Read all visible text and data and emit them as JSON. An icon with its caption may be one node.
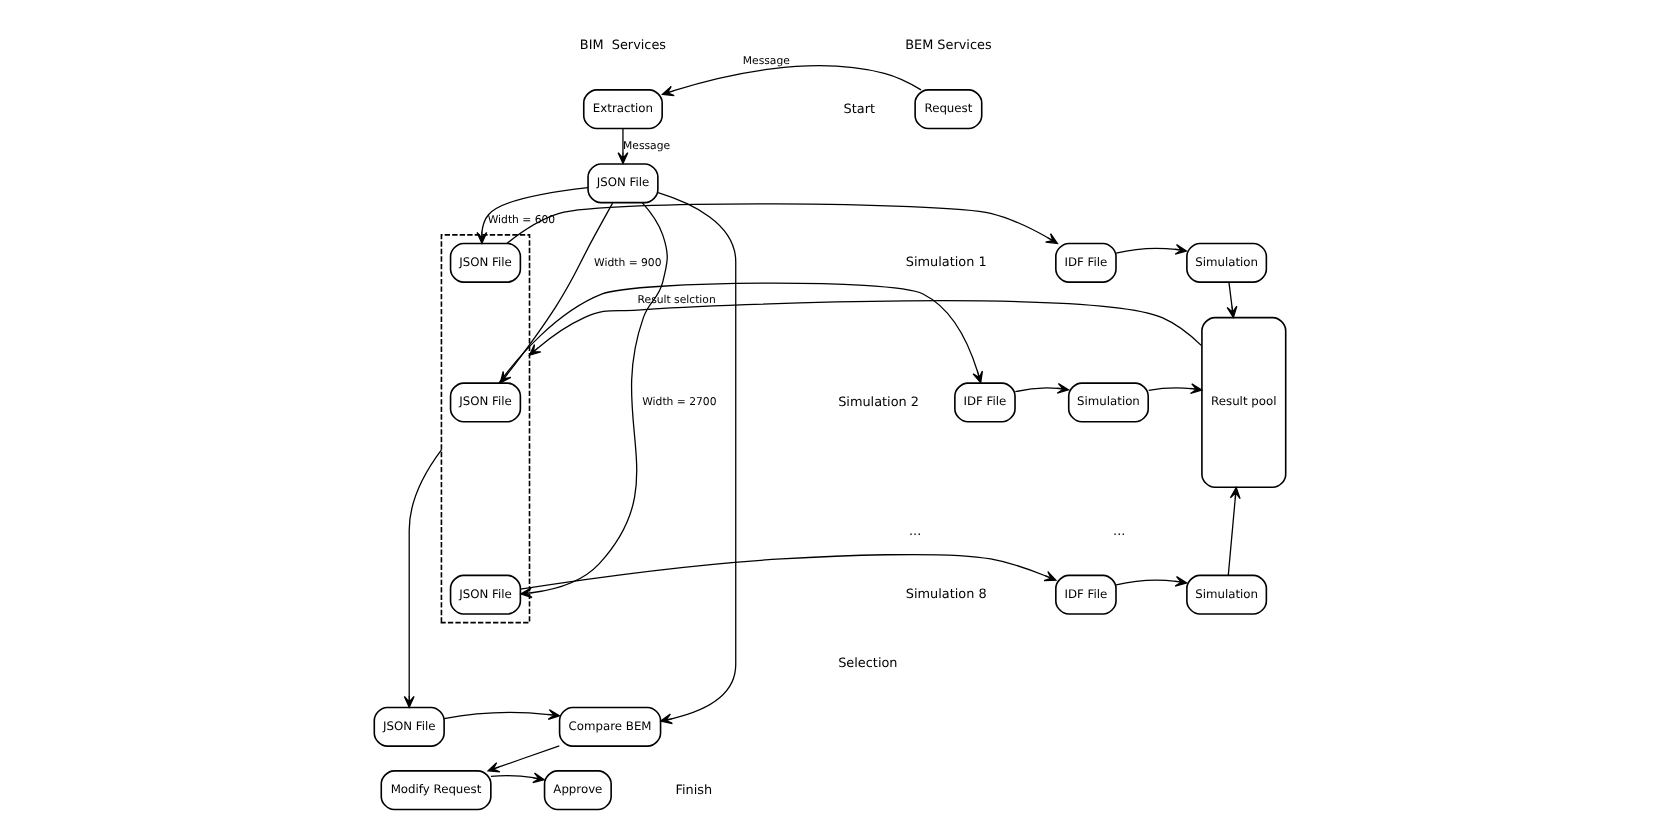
{
  "diagram": {
    "nodes": [
      {
        "text": [
          "Request"
        ]
      },
      {
        "text": [
          "Extraction"
        ]
      },
      {
        "text": [
          "JSON File"
        ]
      },
      {
        "text": [],
        "shape": "box"
      },
      {
        "text": [
          "JSON File"
        ],
        "in": 3
      },
      {
        "text": [
          "IDF File"
        ]
      },
      {
        "text": [
          "Simulation"
        ]
      },
      {
        "text": [
          "JSON File"
        ],
        "in": 3
      },
      {
        "text": [
          "IDF File"
        ]
      },
      {
        "text": [
          "Simulation"
        ]
      },
      {
        "text": [
          "JSON File"
        ],
        "in": 3
      },
      {
        "text": [
          "IDF File"
        ]
      },
      {
        "text": [
          "Simulation"
        ]
      },
      {
        "text": [
          "Result pool"
        ]
      },
      {
        "text": [
          "Compare BEM"
        ]
      },
      {
        "text": [
          "JSON File"
        ]
      },
      {
        "text": [
          "Approve"
        ]
      },
      {
        "text": [
          "Modify Request"
        ]
      }
    ],
    "edges": [
      {
        "from": 0,
        "to": 1,
        "arrow": "to",
        "label": "Message"
      },
      {
        "from": 1,
        "to": 2,
        "arrow": "to",
        "label": "Message"
      },
      {
        "from": 2,
        "to": 4,
        "arrow": "to",
        "label": "Width = 600"
      },
      {
        "from": 2,
        "to": 7,
        "arrow": "to",
        "label": "Width = 900"
      },
      {
        "from": 2,
        "to": 10,
        "arrow": "to",
        "label": "Width = 2700"
      },
      {
        "from": 4,
        "to": 5,
        "arrow": "to"
      },
      {
        "from": 5,
        "to": 6,
        "arrow": "to"
      },
      {
        "from": 6,
        "to": 13,
        "arrow": "to"
      },
      {
        "from": 7,
        "to": 8,
        "arrow": "to"
      },
      {
        "from": 8,
        "to": 9,
        "arrow": "to"
      },
      {
        "from": 9,
        "to": 13,
        "arrow": "to"
      },
      {
        "from": 10,
        "to": 11,
        "arrow": "to"
      },
      {
        "from": 11,
        "to": 12,
        "arrow": "to"
      },
      {
        "from": 12,
        "to": 13,
        "arrow": "to"
      },
      {
        "from": 13,
        "to": 3,
        "arrow": "to",
        "label": "Result selction"
      },
      {
        "from": 2,
        "to": 14,
        "arrow": "to"
      },
      {
        "from": 3,
        "to": 15,
        "arrow": "to"
      },
      {
        "from": 15,
        "to": 14,
        "arrow": "to"
      },
      {
        "from": 14,
        "to": 17,
        "arrow": "to"
      },
      {
        "from": 17,
        "to": 16,
        "arrow": "to"
      }
    ],
    "labels": [
      "BIM  Services",
      "BEM Services",
      "Start",
      "Simulation 1",
      "Simulation 2",
      "...",
      "Simulation 8",
      "...",
      "Selection",
      "Finish"
    ]
  }
}
